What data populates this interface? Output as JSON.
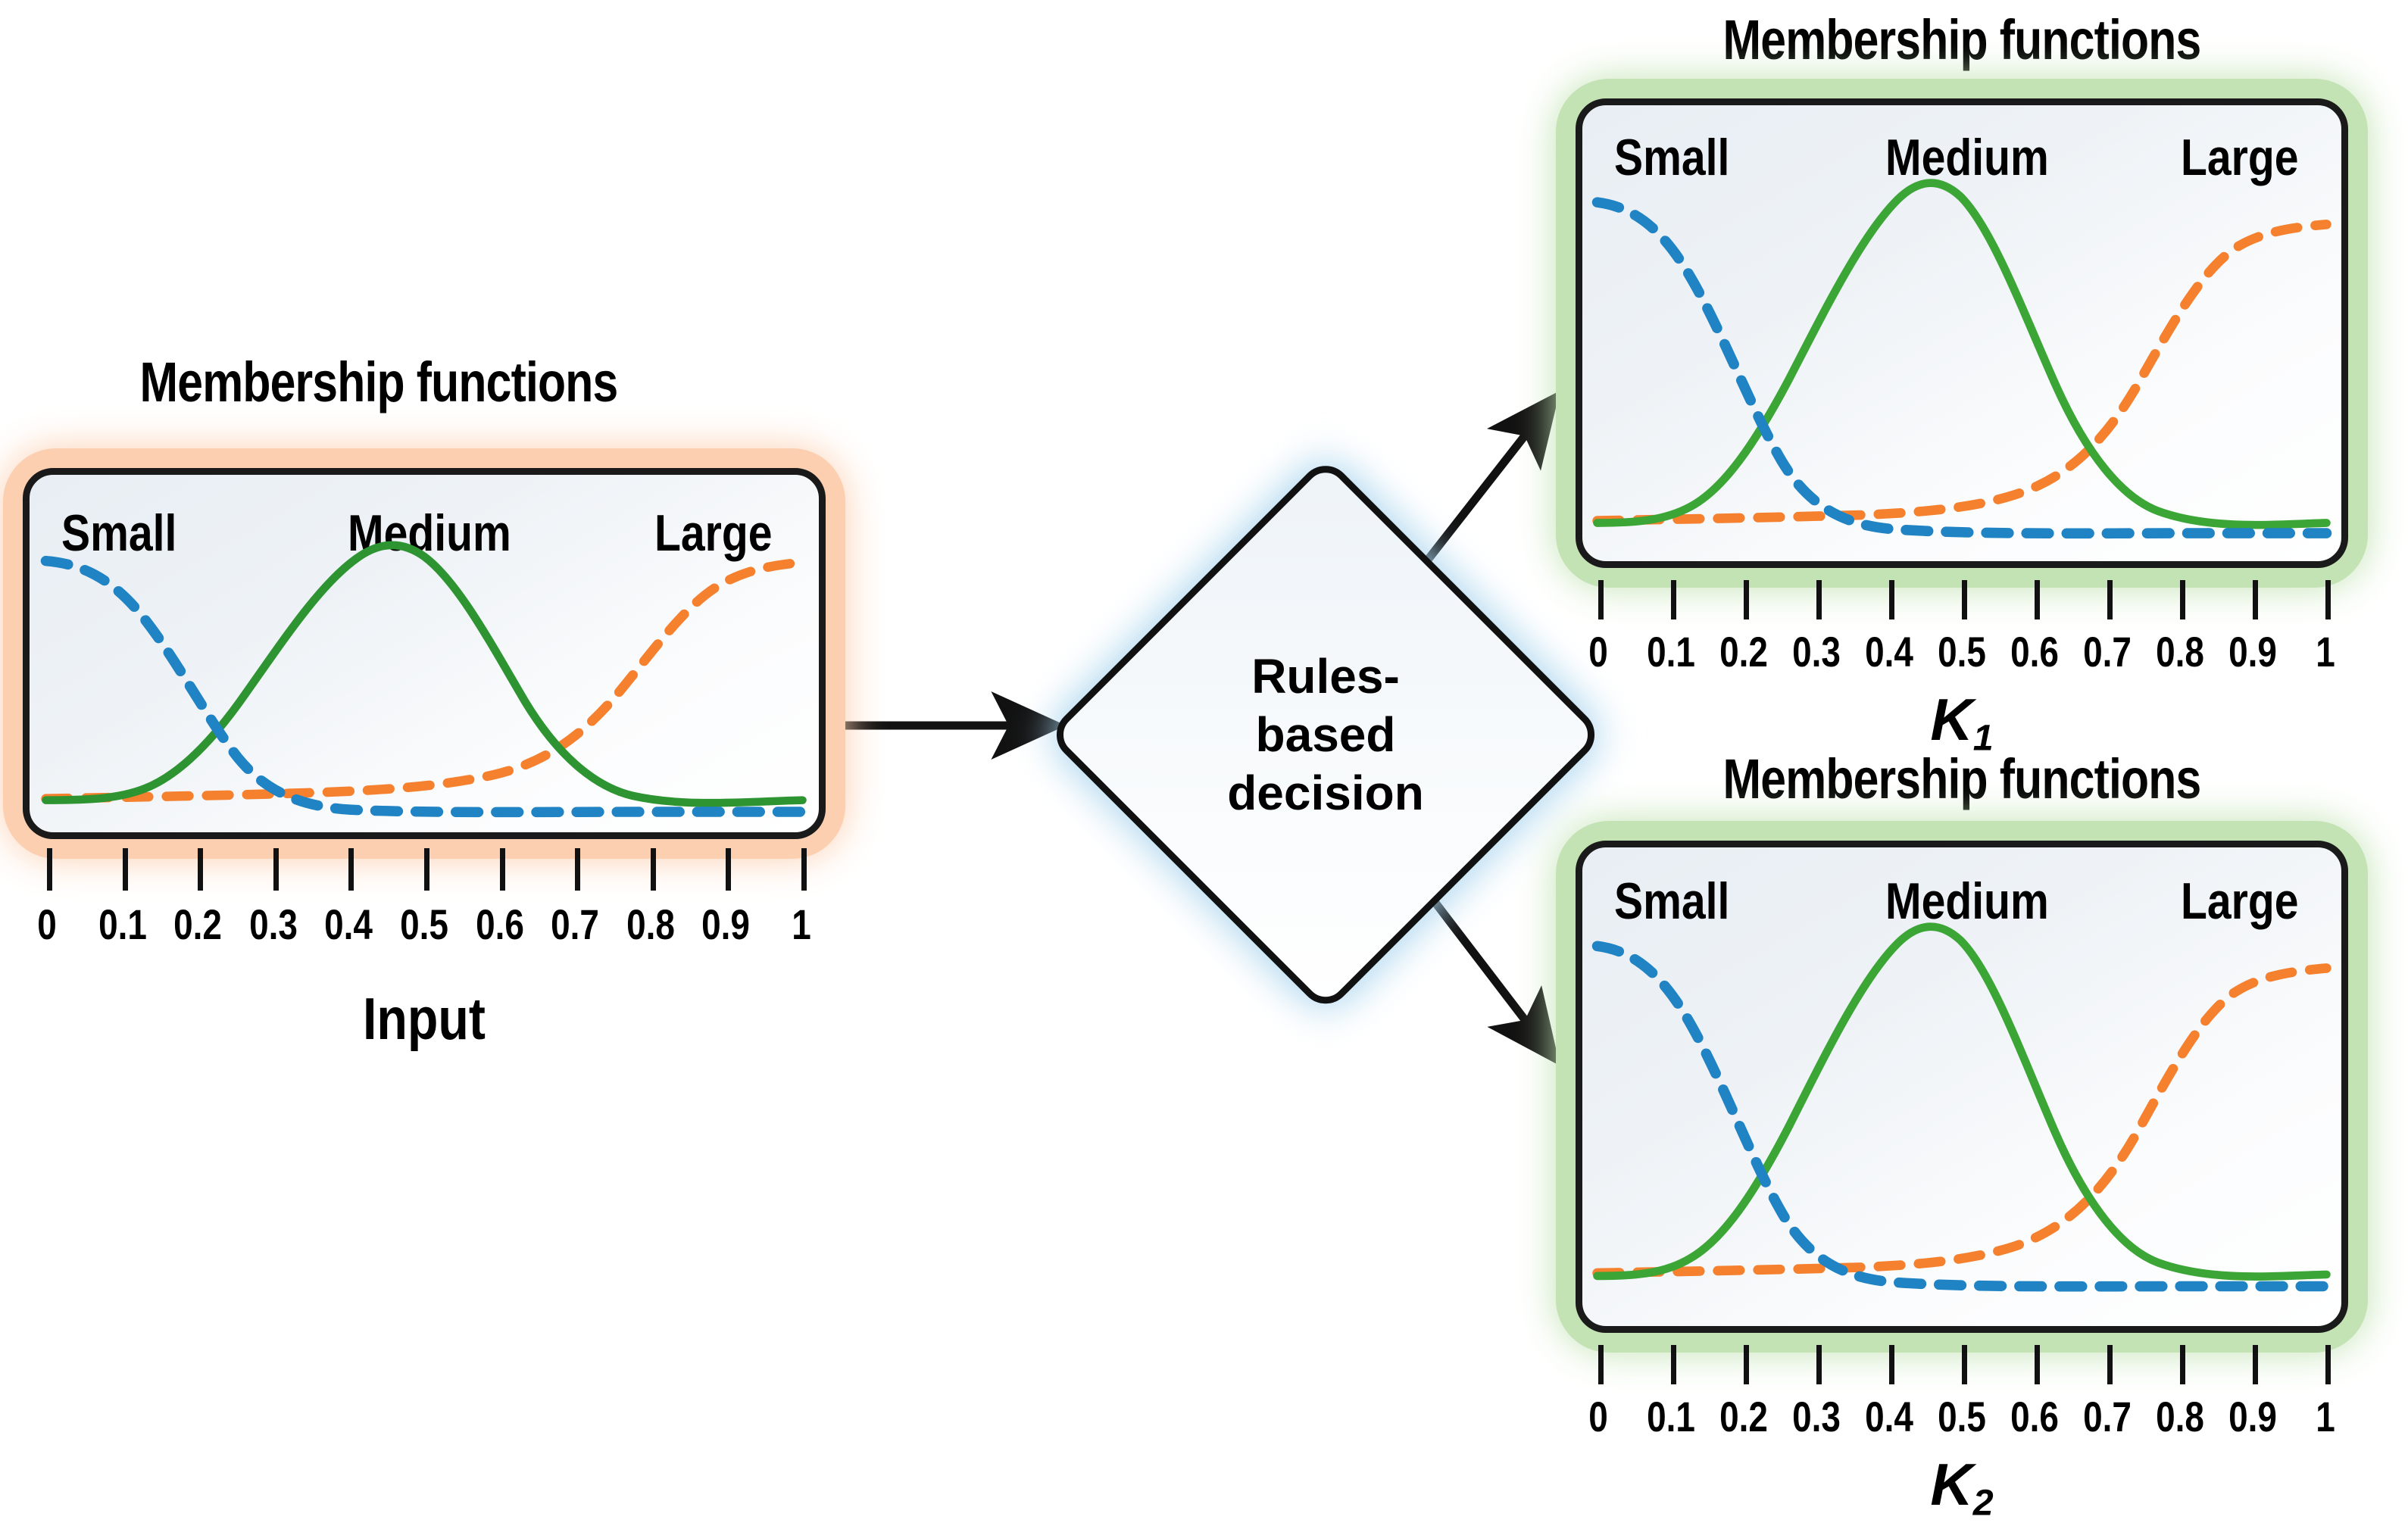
{
  "diagram": {
    "type": "fuzzy-inference-block-diagram",
    "decision": {
      "label": "Rules-\nbased\ndecision",
      "lines": [
        "Rules-",
        "based",
        "decision"
      ],
      "glow_color": "#a9d4ee"
    },
    "arrows": [
      {
        "name": "input-to-decision",
        "from": "input-chart",
        "to": "rules-based-decision"
      },
      {
        "name": "decision-to-k1",
        "from": "rules-based-decision",
        "to": "k1-chart"
      },
      {
        "name": "decision-to-k2",
        "from": "rules-based-decision",
        "to": "k2-chart"
      }
    ]
  },
  "panels": {
    "input": {
      "title": "Membership functions",
      "axis_label": "Input",
      "glow_color": "#fbcfb0",
      "categories": [
        "Small",
        "Medium",
        "Large"
      ]
    },
    "k1": {
      "title": "Membership functions",
      "axis_label": "K",
      "axis_sub": "1",
      "glow_color": "#c3e3b4",
      "categories": [
        "Small",
        "Medium",
        "Large"
      ]
    },
    "k2": {
      "title": "Membership functions",
      "axis_label": "K",
      "axis_sub": "2",
      "glow_color": "#c3e3b4",
      "categories": [
        "Small",
        "Medium",
        "Large"
      ]
    }
  },
  "chart_data": [
    {
      "id": "input-chart",
      "type": "line",
      "title": "Membership functions",
      "xlabel": "Input",
      "ylabel": "",
      "xlim": [
        0,
        1
      ],
      "ylim": [
        0,
        1
      ],
      "grid": false,
      "legend": "inline-labels",
      "tick_labels": [
        "0",
        "0.1",
        "0.2",
        "0.3",
        "0.4",
        "0.5",
        "0.6",
        "0.7",
        "0.8",
        "0.9",
        "1"
      ],
      "tick_values": [
        0,
        0.1,
        0.2,
        0.3,
        0.4,
        0.5,
        0.6,
        0.7,
        0.8,
        0.9,
        1
      ],
      "annotations": [
        "Small",
        "Medium",
        "Large"
      ],
      "series": [
        {
          "name": "Small",
          "color": "#1f83c4",
          "style": "dashed",
          "shape": "gaussian-descending",
          "x": [
            0,
            0.05,
            0.1,
            0.15,
            0.2,
            0.25,
            0.3,
            0.35,
            0.4,
            0.45,
            0.5,
            0.6,
            0.7,
            0.8,
            0.9,
            1
          ],
          "values": [
            1.0,
            0.97,
            0.89,
            0.76,
            0.6,
            0.44,
            0.3,
            0.19,
            0.12,
            0.07,
            0.04,
            0.015,
            0.008,
            0.004,
            0.002,
            0.0
          ]
        },
        {
          "name": "Medium",
          "color": "#2e9331",
          "style": "solid",
          "shape": "gaussian-centered",
          "x": [
            0,
            0.05,
            0.1,
            0.15,
            0.2,
            0.25,
            0.3,
            0.35,
            0.4,
            0.45,
            0.48,
            0.5,
            0.55,
            0.6,
            0.65,
            0.7,
            0.75,
            0.8,
            0.85,
            0.9,
            0.95,
            1
          ],
          "values": [
            0.0,
            0.01,
            0.03,
            0.07,
            0.14,
            0.26,
            0.44,
            0.65,
            0.85,
            0.97,
            1.0,
            0.99,
            0.92,
            0.79,
            0.62,
            0.44,
            0.28,
            0.16,
            0.08,
            0.04,
            0.015,
            0.0
          ]
        },
        {
          "name": "Large",
          "color": "#f5802e",
          "style": "dashed",
          "shape": "gaussian-ascending",
          "x": [
            0,
            0.1,
            0.2,
            0.3,
            0.4,
            0.5,
            0.55,
            0.6,
            0.65,
            0.7,
            0.75,
            0.8,
            0.85,
            0.9,
            0.95,
            1
          ],
          "values": [
            0.0,
            0.005,
            0.012,
            0.02,
            0.03,
            0.05,
            0.08,
            0.14,
            0.24,
            0.38,
            0.55,
            0.72,
            0.85,
            0.93,
            0.97,
            1.0
          ]
        }
      ]
    },
    {
      "id": "k1-chart",
      "type": "line",
      "title": "Membership functions",
      "xlabel": "K1",
      "ylabel": "",
      "xlim": [
        0,
        1
      ],
      "ylim": [
        0,
        1
      ],
      "grid": false,
      "legend": "inline-labels",
      "tick_labels": [
        "0",
        "0.1",
        "0.2",
        "0.3",
        "0.4",
        "0.5",
        "0.6",
        "0.7",
        "0.8",
        "0.9",
        "1"
      ],
      "tick_values": [
        0,
        0.1,
        0.2,
        0.3,
        0.4,
        0.5,
        0.6,
        0.7,
        0.8,
        0.9,
        1
      ],
      "annotations": [
        "Small",
        "Medium",
        "Large"
      ],
      "series": [
        {
          "name": "Small",
          "color": "#1f83c4",
          "style": "dashed",
          "shape": "gaussian-descending",
          "x": [
            0,
            0.05,
            0.1,
            0.15,
            0.2,
            0.25,
            0.3,
            0.35,
            0.4,
            0.45,
            0.5,
            0.6,
            0.7,
            0.8,
            0.9,
            1
          ],
          "values": [
            1.0,
            0.97,
            0.89,
            0.76,
            0.6,
            0.44,
            0.3,
            0.19,
            0.12,
            0.07,
            0.04,
            0.015,
            0.008,
            0.004,
            0.002,
            0.0
          ]
        },
        {
          "name": "Medium",
          "color": "#3ba535",
          "style": "solid",
          "shape": "gaussian-centered",
          "x": [
            0,
            0.05,
            0.1,
            0.15,
            0.2,
            0.25,
            0.3,
            0.35,
            0.4,
            0.45,
            0.48,
            0.5,
            0.55,
            0.6,
            0.65,
            0.7,
            0.75,
            0.8,
            0.85,
            0.9,
            0.95,
            1
          ],
          "values": [
            0.0,
            0.01,
            0.03,
            0.07,
            0.14,
            0.26,
            0.44,
            0.65,
            0.85,
            0.97,
            1.0,
            0.99,
            0.92,
            0.79,
            0.62,
            0.44,
            0.28,
            0.16,
            0.08,
            0.04,
            0.015,
            0.0
          ]
        },
        {
          "name": "Large",
          "color": "#f5802e",
          "style": "dashed",
          "shape": "gaussian-ascending",
          "x": [
            0,
            0.1,
            0.2,
            0.3,
            0.4,
            0.5,
            0.55,
            0.6,
            0.65,
            0.7,
            0.75,
            0.8,
            0.85,
            0.9,
            0.95,
            1
          ],
          "values": [
            0.0,
            0.005,
            0.012,
            0.02,
            0.03,
            0.05,
            0.08,
            0.14,
            0.24,
            0.38,
            0.55,
            0.72,
            0.85,
            0.93,
            0.97,
            1.0
          ]
        }
      ]
    },
    {
      "id": "k2-chart",
      "type": "line",
      "title": "Membership functions",
      "xlabel": "K2",
      "ylabel": "",
      "xlim": [
        0,
        1
      ],
      "ylim": [
        0,
        1
      ],
      "grid": false,
      "legend": "inline-labels",
      "tick_labels": [
        "0",
        "0.1",
        "0.2",
        "0.3",
        "0.4",
        "0.5",
        "0.6",
        "0.7",
        "0.8",
        "0.9",
        "1"
      ],
      "tick_values": [
        0,
        0.1,
        0.2,
        0.3,
        0.4,
        0.5,
        0.6,
        0.7,
        0.8,
        0.9,
        1
      ],
      "annotations": [
        "Small",
        "Medium",
        "Large"
      ],
      "series": [
        {
          "name": "Small",
          "color": "#1f83c4",
          "style": "dashed",
          "shape": "gaussian-descending",
          "x": [
            0,
            0.05,
            0.1,
            0.15,
            0.2,
            0.25,
            0.3,
            0.35,
            0.4,
            0.45,
            0.5,
            0.6,
            0.7,
            0.8,
            0.9,
            1
          ],
          "values": [
            1.0,
            0.97,
            0.89,
            0.76,
            0.6,
            0.44,
            0.3,
            0.19,
            0.12,
            0.07,
            0.04,
            0.015,
            0.008,
            0.004,
            0.002,
            0.0
          ]
        },
        {
          "name": "Medium",
          "color": "#3ba535",
          "style": "solid",
          "shape": "gaussian-centered",
          "x": [
            0,
            0.05,
            0.1,
            0.15,
            0.2,
            0.25,
            0.3,
            0.35,
            0.4,
            0.45,
            0.48,
            0.5,
            0.55,
            0.6,
            0.65,
            0.7,
            0.75,
            0.8,
            0.85,
            0.9,
            0.95,
            1
          ],
          "values": [
            0.0,
            0.01,
            0.03,
            0.07,
            0.14,
            0.26,
            0.44,
            0.65,
            0.85,
            0.97,
            1.0,
            0.99,
            0.92,
            0.79,
            0.62,
            0.44,
            0.28,
            0.16,
            0.08,
            0.04,
            0.015,
            0.0
          ]
        },
        {
          "name": "Large",
          "color": "#f5802e",
          "style": "dashed",
          "shape": "gaussian-ascending",
          "x": [
            0,
            0.1,
            0.2,
            0.3,
            0.4,
            0.5,
            0.55,
            0.6,
            0.65,
            0.7,
            0.75,
            0.8,
            0.85,
            0.9,
            0.95,
            1
          ],
          "values": [
            0.0,
            0.005,
            0.012,
            0.02,
            0.03,
            0.05,
            0.08,
            0.14,
            0.24,
            0.38,
            0.55,
            0.72,
            0.85,
            0.93,
            0.97,
            1.0
          ]
        }
      ]
    }
  ]
}
